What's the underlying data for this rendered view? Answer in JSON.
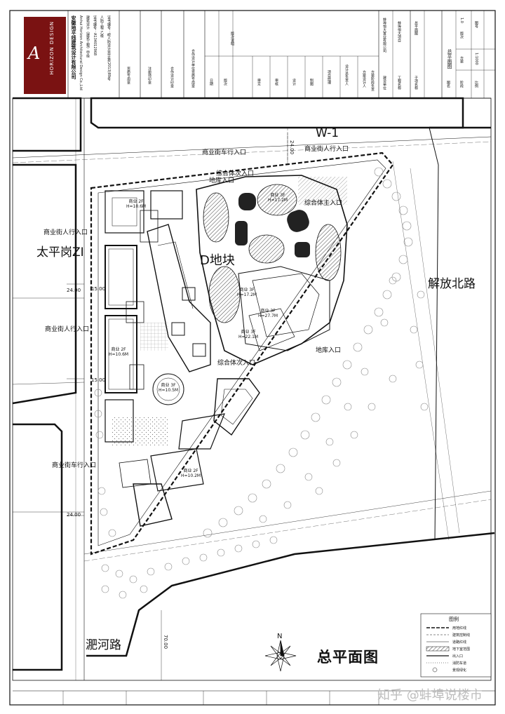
{
  "title_block": {
    "company_cn": "安徽地平线建筑设计有限公司",
    "company_en": "Anhui Horizon Architectural Design Co.,Ltd",
    "logo_text": "HORIZON DESIGN",
    "address_line1": "建筑设计（建筑工程）甲级",
    "address_line2": "证书编号：A134012968",
    "address_line3": "人防工程 乙级",
    "address_line4": "证书编号：皖人防设计资字第(2013)89号",
    "seal1": "资质专用章",
    "seal2": "注册师印章",
    "seal3": "合作设计印章",
    "seal4": "合作设计单位资质专用章",
    "rev_date": "日期",
    "rev_no": "版次",
    "rev_desc": "版次说明",
    "sign_check": "审定",
    "sign_review": "审核",
    "sign_design": "设计",
    "sign_draw": "制图",
    "sign_project_lead": "项目经理",
    "sign_design_lead": "设计总负责人",
    "sign_scheme": "方案设计人",
    "sign_chief": "方案阶段负责",
    "client_label": "建设单位",
    "client_name": "蚌埠恒大置业有限公司",
    "project_label": "工程名称",
    "project_name": "蚌埠恒大项目",
    "subproject_label": "子项名称",
    "subproject_name": "总平面图",
    "drawing_label": "图名",
    "drawing_name": "总平面图",
    "stage_label": "阶段",
    "stage": "方案",
    "version_label": "版次",
    "version": "1.0",
    "scale_label": "比例",
    "scale": "1:1000",
    "sheet_no_label": "图号"
  },
  "plan": {
    "block_label": "D地块",
    "title": "总平面图",
    "north": "N",
    "roads": {
      "north": "W-1",
      "west": "太平岗ZI",
      "east": "解放北路",
      "south": "淝河路"
    },
    "dimensions": [
      "24.00",
      "24.00",
      "15.00",
      "15.00",
      "24.00",
      "70.00"
    ],
    "entrances": [
      "商业街车行入口",
      "商业街人行入口",
      "综合体次入口",
      "地库入口",
      "综合体主入口",
      "商业街人行入口",
      "商业街人行入口",
      "商业街车行入口",
      "综合体次入口",
      "地库入口"
    ],
    "buildings": [
      {
        "label": "商业 2F",
        "height": "H=10.6M"
      },
      {
        "label": "商业 2F",
        "height": "H=10.6M"
      },
      {
        "label": "商业 3F",
        "height": "H=17.2M"
      },
      {
        "label": "商业 3F",
        "height": "H=27.7M"
      },
      {
        "label": "商业 3F",
        "height": "H=22.1M"
      },
      {
        "label": "商业 3F",
        "height": "H=10.5M"
      },
      {
        "label": "商业 2F",
        "height": "H=10.2M"
      },
      {
        "label": "商业 3F",
        "height": "H=17.2M"
      }
    ],
    "legend_title": "图例",
    "legend_items": [
      "用地红线",
      "建筑控制线",
      "道路红线",
      "地下室范围",
      "出入口",
      "消防车道",
      "景观绿化"
    ]
  },
  "watermark": "知乎 @蚌埠说楼市",
  "colors": {
    "logo_bg": "#7a1212",
    "line": "#111111",
    "hatch": "#555555",
    "tree": "#9a9a9a"
  },
  "icons": [
    "compass-rose-icon",
    "logo-icon",
    "tree-icon"
  ]
}
